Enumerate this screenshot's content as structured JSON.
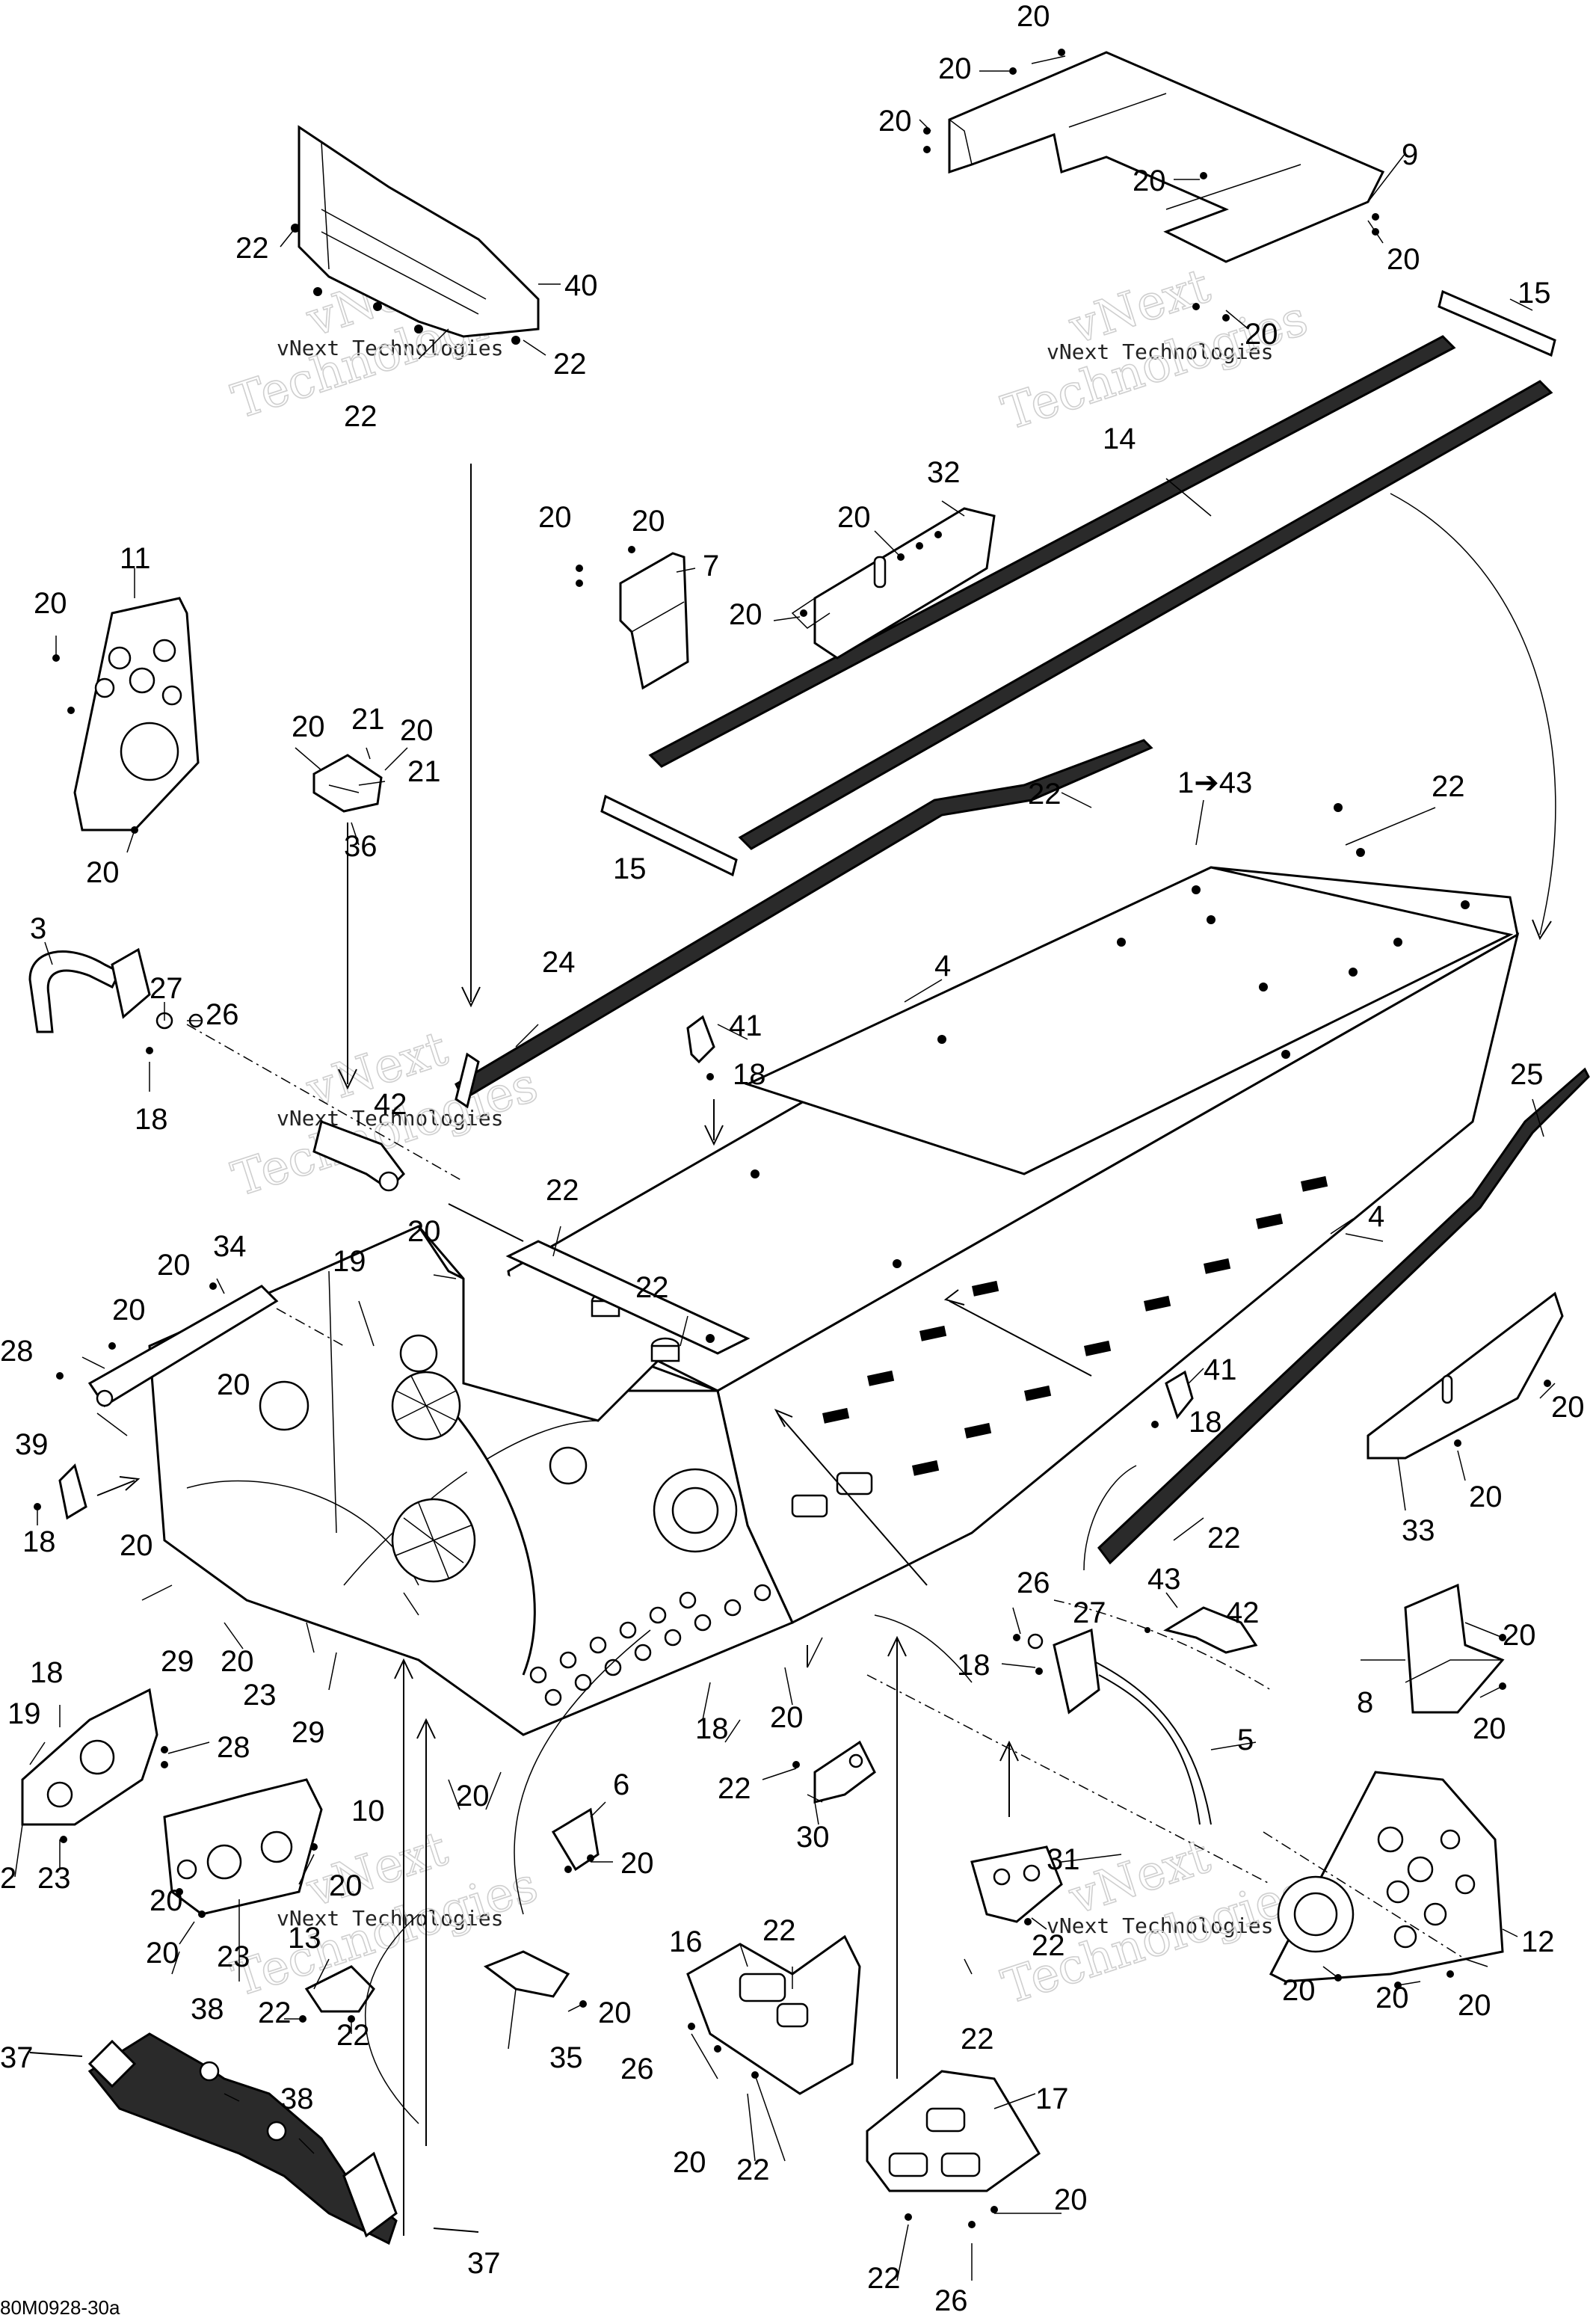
{
  "diagram": {
    "drawing_code": "80M0928-30a",
    "watermark": [
      "vNext Technologies",
      "vNext",
      "Technologies"
    ],
    "callouts": [
      "1➔43",
      "2",
      "3",
      "4",
      "5",
      "6",
      "7",
      "8",
      "9",
      "10",
      "11",
      "12",
      "13",
      "14",
      "15",
      "16",
      "17",
      "18",
      "19",
      "20",
      "21",
      "22",
      "23",
      "24",
      "25",
      "26",
      "27",
      "28",
      "29",
      "30",
      "31",
      "32",
      "33",
      "34",
      "35",
      "36",
      "37",
      "38",
      "39",
      "40",
      "41",
      "42",
      "43"
    ]
  }
}
